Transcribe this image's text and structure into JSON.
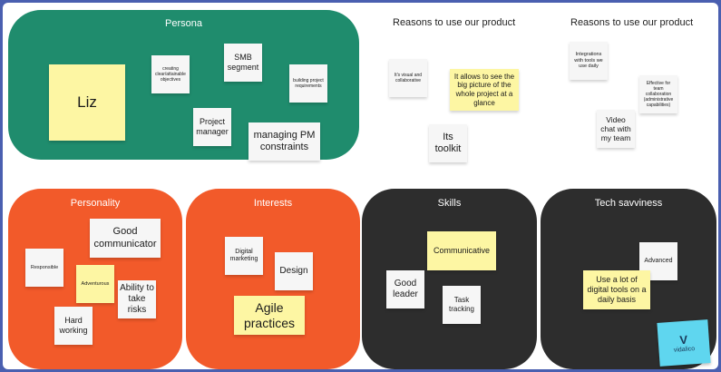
{
  "persona": {
    "title": "Persona",
    "notes": {
      "liz": "Liz",
      "creating": "creating clear/attainable objectives",
      "smb": "SMB segment",
      "building": "building project requirements",
      "pm": "Project manager",
      "constraints": "managing PM constraints"
    }
  },
  "reasons1": {
    "title": "Reasons to use our product",
    "notes": {
      "visual": "It's visual and collaborative",
      "bigpicture": "It allows to see the big picture of the whole project at a glance",
      "toolkit": "Its toolkit"
    }
  },
  "reasons2": {
    "title": "Reasons to use our product",
    "notes": {
      "integrations": "Integrations with tools we use daily",
      "effective": "Effective for team collaboration (administrative capabilities)",
      "video": "Video chat with my team"
    }
  },
  "personality": {
    "title": "Personality",
    "notes": {
      "responsible": "Responsible",
      "communicator": "Good communicator",
      "adventurous": "Adventurous",
      "risks": "Ability to take risks",
      "hard": "Hard working"
    }
  },
  "interests": {
    "title": "Interests",
    "notes": {
      "digital": "Digital marketing",
      "design": "Design",
      "agile": "Agile practices"
    }
  },
  "skills": {
    "title": "Skills",
    "notes": {
      "communicative": "Communicative",
      "leader": "Good leader",
      "task": "Task tracking"
    }
  },
  "tech": {
    "title": "Tech savviness",
    "notes": {
      "advanced": "Advanced",
      "tools": "Use a lot of digital tools on a daily basis"
    }
  },
  "logo": {
    "mark": "V",
    "text": "vidalico"
  },
  "colors": {
    "frame": "#4a5fb0",
    "persona": "#1f8c6d",
    "personality": "#f25a2a",
    "dark": "#2d2d2d",
    "yellow": "#fdf6a3",
    "white_note": "#f6f6f6",
    "logo": "#5fd6ef"
  }
}
